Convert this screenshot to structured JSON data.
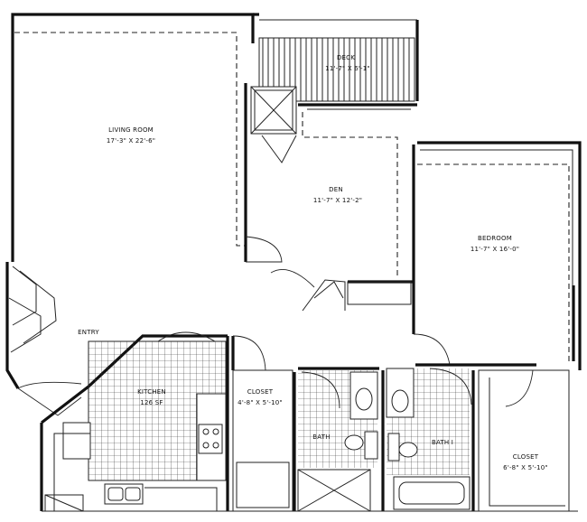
{
  "rooms": {
    "living_room": {
      "name": "LIVING ROOM",
      "dims": "17'-3\" X 22'-6\""
    },
    "deck": {
      "name": "DECK",
      "dims": "11'-7\" X 6'-1\""
    },
    "den": {
      "name": "DEN",
      "dims": "11'-7\" X 12'-2\""
    },
    "bedroom": {
      "name": "BEDROOM",
      "dims": "11'-7\" X 16'-0\""
    },
    "entry": {
      "name": "ENTRY"
    },
    "kitchen": {
      "name": "KITCHEN",
      "dims": "126 SF"
    },
    "closet_1": {
      "name": "CLOSET",
      "dims": "4'-8\" X 5'-10\""
    },
    "bath_1": {
      "name": "BATH"
    },
    "bath_2": {
      "name": "BATH I"
    },
    "closet_2": {
      "name": "CLOSET",
      "dims": "6'-8\" X 5'-10\""
    }
  }
}
